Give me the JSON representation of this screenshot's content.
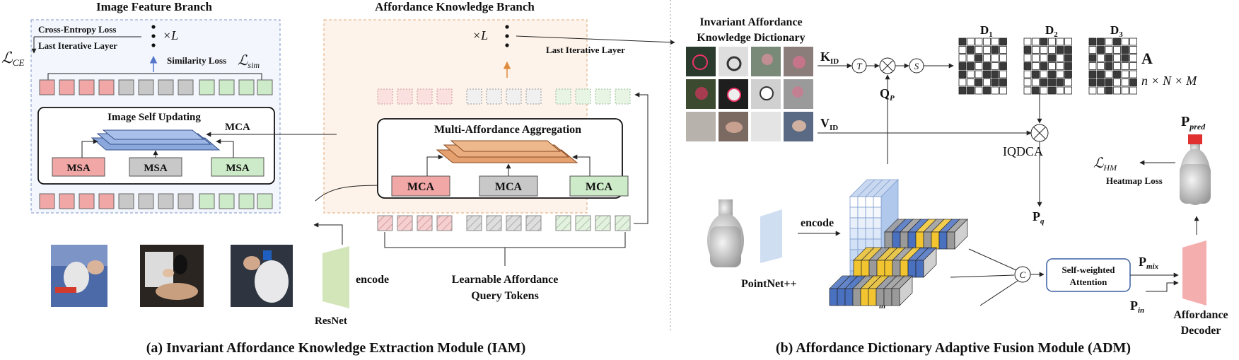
{
  "iam": {
    "image_branch_title": "Image Feature Branch",
    "affordance_branch_title": "Affordance Knowledge Branch",
    "cross_entropy_loss": "Cross-Entropy Loss",
    "last_iterative_layer_left": "Last Iterative Layer",
    "last_iterative_layer_right": "Last Iterative Layer",
    "times_l_left": "×L",
    "times_l_right": "×L",
    "l_ce": "ℒ",
    "l_ce_sub": "CE",
    "similarity_loss": "Similarity Loss",
    "l_sim": "ℒ",
    "l_sim_sub": "sim",
    "image_self_updating": "Image Self Updating",
    "multi_affordance_aggregation": "Multi-Affordance Aggregation",
    "mca_arrow_label": "MCA",
    "msa_labels": [
      "MSA",
      "MSA",
      "MSA"
    ],
    "mca_labels": [
      "MCA",
      "MCA",
      "MCA"
    ],
    "encode_left": "encode",
    "resnet": "ResNet",
    "learnable_tokens": [
      "Learnable Affordance",
      "Query Tokens"
    ],
    "caption": "(a)  Invariant Affordance Knowledge Extraction Module (IAM)"
  },
  "adm": {
    "dictionary_title": [
      "Invariant Affordance",
      "Knowledge Dictionary"
    ],
    "k_id": "K",
    "k_id_sub": "ID",
    "v_id": "V",
    "v_id_sub": "ID",
    "t_symbol": "T",
    "s_symbol": "S",
    "q_p": "Q",
    "q_p_sub": "P",
    "d_labels": [
      "D",
      "D",
      "D"
    ],
    "d_subs": [
      "1",
      "2",
      "3"
    ],
    "a_label": "A",
    "a_dims": "n × N × M",
    "iqdca": "IQDCA",
    "p_pred": "P",
    "p_pred_sub": "pred",
    "l_hm": "ℒ",
    "l_hm_sub": "HM",
    "heatmap_loss": "Heatmap Loss",
    "encode_right": "encode",
    "pointnet": "PointNet++",
    "p_in": "P",
    "p_in_sub": "in",
    "p_q": "P",
    "p_q_sub": "q",
    "c_symbol": "C",
    "self_weighted": [
      "Self-weighted",
      "Attention"
    ],
    "p_mix": "P",
    "p_mix_sub": "mix",
    "p_in2": "P",
    "p_in2_sub": "in",
    "decoder": [
      "Affordance",
      "Decoder"
    ],
    "caption": "(b) Affordance Dictionary Adaptive Fusion Module (ADM)"
  },
  "colors": {
    "red_token": "#f2a7a7",
    "gray_token": "#c8c8c8",
    "green_token": "#cdebc8",
    "blue_stack": "#8aa8dc",
    "orange_stack": "#e5a070",
    "bar_blue": "#4a70c0",
    "bar_yellow": "#f2c530",
    "bar_gray": "#9a9a9a"
  }
}
